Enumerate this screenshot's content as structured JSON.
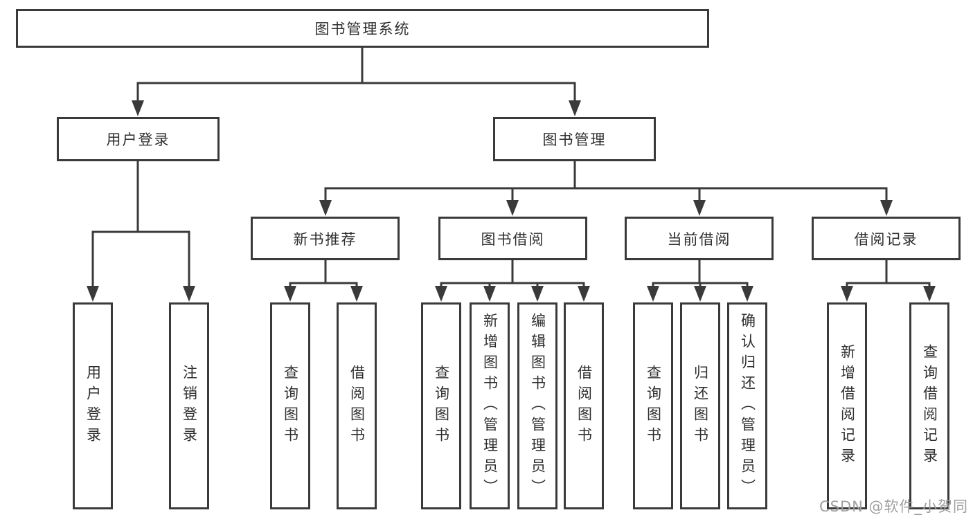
{
  "tree": {
    "root": {
      "label": "图书管理系统"
    },
    "branches": [
      {
        "label": "用户登录",
        "children": [
          {
            "label": "用户登录"
          },
          {
            "label": "注销登录"
          }
        ]
      },
      {
        "label": "图书管理",
        "children": [
          {
            "label": "新书推荐",
            "children": [
              {
                "label": "查询图书"
              },
              {
                "label": "借阅图书"
              }
            ]
          },
          {
            "label": "图书借阅",
            "children": [
              {
                "label": "查询图书"
              },
              {
                "label": "新增图书（管理员）"
              },
              {
                "label": "编辑图书（管理员）"
              },
              {
                "label": "借阅图书"
              }
            ]
          },
          {
            "label": "当前借阅",
            "children": [
              {
                "label": "查询图书"
              },
              {
                "label": "归还图书"
              },
              {
                "label": "确认归还（管理员）"
              }
            ]
          },
          {
            "label": "借阅记录",
            "children": [
              {
                "label": "新增借阅记录"
              },
              {
                "label": "查询借阅记录"
              }
            ]
          }
        ]
      }
    ]
  },
  "watermark": {
    "text": "CSDN @软件_小贺同学"
  },
  "colors": {
    "line": "#3a3a3a",
    "box_border": "#3a3a3a",
    "text": "#2e2e2e",
    "watermark": "#9f9f9f",
    "background": "#ffffff"
  }
}
